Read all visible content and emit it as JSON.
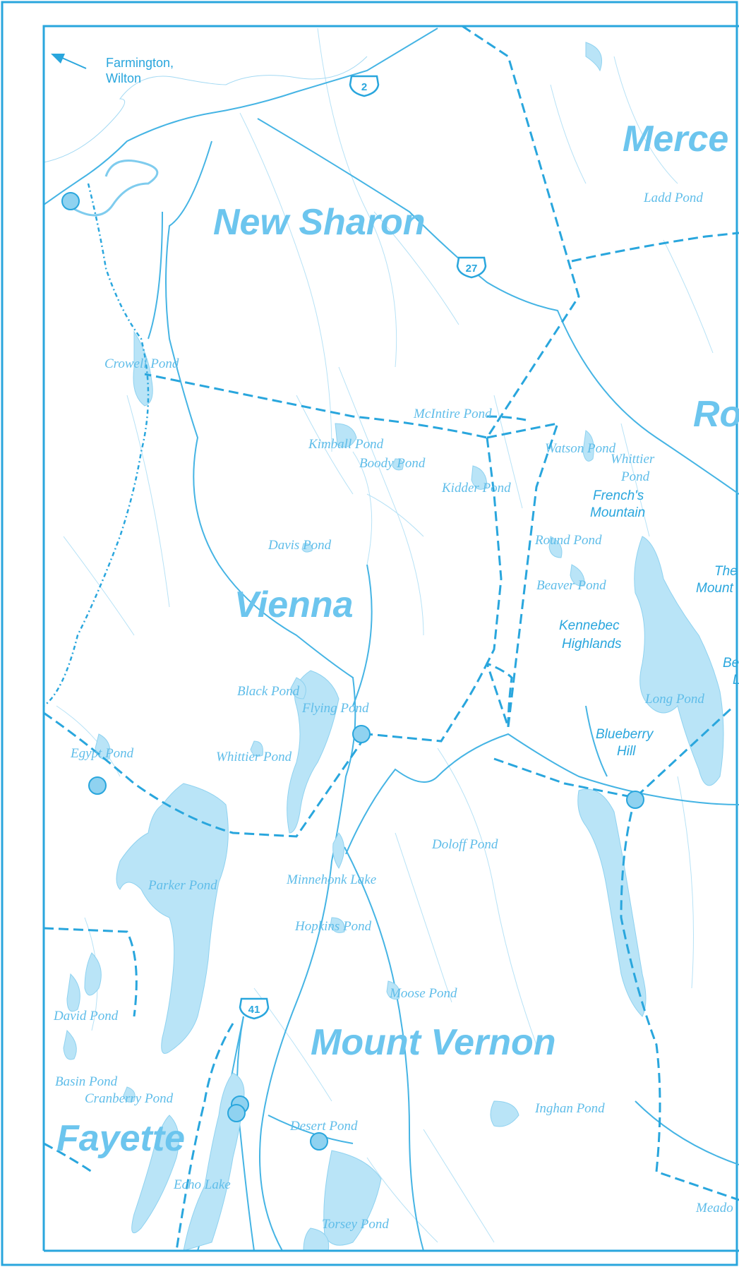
{
  "colors": {
    "frame": "#29a6dd",
    "water": "#b9e4f7",
    "town_label": "#6cc5ee",
    "feature_label": "#29a6dd"
  },
  "direction_note": {
    "line1": "Farmington,",
    "line2": "Wilton",
    "icon": "arrow-northwest-icon"
  },
  "towns": {
    "new_sharon": "New Sharon",
    "mercer": "Merce",
    "rome": "Ro",
    "vienna": "Vienna",
    "mount_vernon": "Mount Vernon",
    "fayette": "Fayette"
  },
  "ponds": {
    "ladd": "Ladd Pond",
    "crowell": "Crowell Pond",
    "mcintire": "McIntire Pond",
    "kimball": "Kimball Pond",
    "boody": "Boody Pond",
    "watson": "Watson Pond",
    "whittier_north_1": "Whittier",
    "whittier_north_2": "Pond",
    "kidder": "Kidder Pond",
    "davis": "Davis Pond",
    "round": "Round Pond",
    "beaver": "Beaver Pond",
    "black": "Black Pond",
    "flying": "Flying Pond",
    "long": "Long Pond",
    "egypt": "Egypt Pond",
    "whittier_south": "Whittier Pond",
    "doloff": "Doloff Pond",
    "parker": "Parker Pond",
    "minnehonk": "Minnehonk Lake",
    "hopkins": "Hopkins Pond",
    "moose": "Moose Pond",
    "david": "David Pond",
    "basin": "Basin Pond",
    "cranberry": "Cranberry Pond",
    "inghan": "Inghan Pond",
    "desert": "Desert Pond",
    "echo": "Echo Lake",
    "torsey": "Torsey Pond",
    "meadow": "Meado"
  },
  "features": {
    "frenchs_1": "French's",
    "frenchs_2": "Mountain",
    "the_mountain_1": "The",
    "the_mountain_2": "Mount",
    "kennebec_1": "Kennebec",
    "kennebec_2": "Highlands",
    "blueberry_1": "Blueberry",
    "blueberry_2": "Hill",
    "bel_1": "Be",
    "bel_2": "L"
  },
  "routes": {
    "us2": "2",
    "us27": "27",
    "us41": "41"
  },
  "boat_launches": [
    "boat-launch-icon"
  ]
}
